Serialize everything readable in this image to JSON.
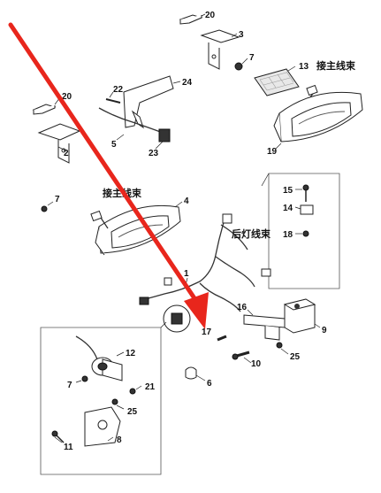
{
  "labels": {
    "p20a": "20",
    "p3": "3",
    "p7a": "7",
    "p13": "13",
    "p20b": "20",
    "p22": "22",
    "p24": "24",
    "p2": "2",
    "p5": "5",
    "p23": "23",
    "p19": "19",
    "p7b": "7",
    "p4": "4",
    "p15": "15",
    "p14": "14",
    "p18": "18",
    "p1": "1",
    "p16": "16",
    "p9": "9",
    "p17": "17",
    "p25a": "25",
    "p10": "10",
    "p12": "12",
    "p6": "6",
    "p7c": "7",
    "p21": "21",
    "p25b": "25",
    "p8": "8",
    "p11": "11"
  },
  "annotations": {
    "harness_top": "接主线束",
    "harness_left": "接主线束",
    "tail_harness": "后灯线束"
  },
  "colors": {
    "arrow": "#e8261c",
    "line": "#222222"
  }
}
